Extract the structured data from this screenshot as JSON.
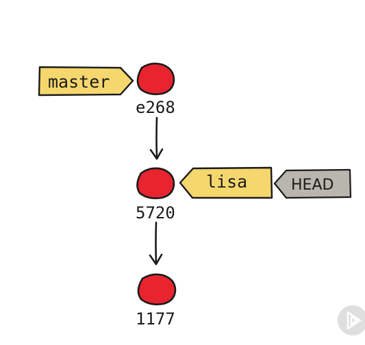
{
  "commits": [
    {
      "hash": "e268"
    },
    {
      "hash": "5720"
    },
    {
      "hash": "1177"
    }
  ],
  "refs": {
    "master": {
      "label": "master",
      "color": "#f5d76e"
    },
    "lisa": {
      "label": "lisa",
      "color": "#f5d76e"
    },
    "head": {
      "label": "HEAD",
      "color": "#b9b6ae"
    }
  },
  "colors": {
    "commit": "#e8242f",
    "outline": "#1a1a1a",
    "player_badge": "#d9d9d9"
  },
  "player": {
    "icon": "play-icon"
  }
}
